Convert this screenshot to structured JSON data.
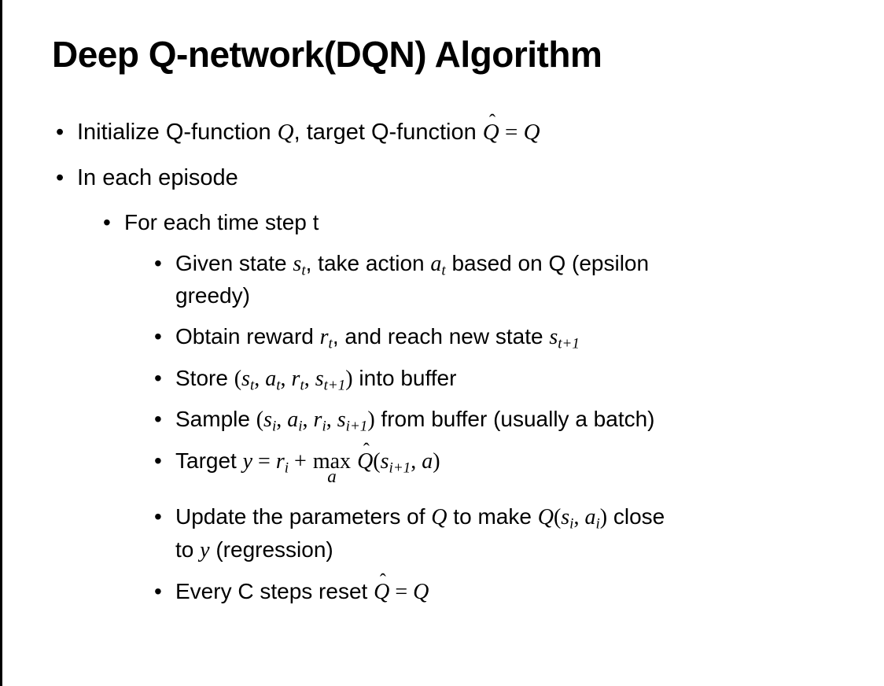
{
  "slide": {
    "title": "Deep Q-network(DQN) Algorithm",
    "bullet_char": "•",
    "colors": {
      "background": "#ffffff",
      "text": "#000000",
      "border": "#000000"
    }
  },
  "bullets": [
    {
      "level": 1,
      "segments": [
        {
          "type": "t",
          "v": "Initialize Q-function "
        },
        {
          "type": "m",
          "v": "Q"
        },
        {
          "type": "t",
          "v": ", target Q-function "
        },
        {
          "type": "hat",
          "v": "Q",
          "mark": "ˆ"
        },
        {
          "type": "r",
          "v": " = "
        },
        {
          "type": "m",
          "v": "Q"
        }
      ]
    },
    {
      "level": 1,
      "segments": [
        {
          "type": "t",
          "v": "In each episode"
        }
      ]
    },
    {
      "level": 2,
      "segments": [
        {
          "type": "t",
          "v": "For each time step t"
        }
      ]
    },
    {
      "level": 3,
      "segments": [
        {
          "type": "t",
          "v": "Given state "
        },
        {
          "type": "msub",
          "v": "s",
          "sub": "t"
        },
        {
          "type": "t",
          "v": ", take action "
        },
        {
          "type": "msub",
          "v": "a",
          "sub": "t"
        },
        {
          "type": "t",
          "v": " based on Q (epsilon"
        },
        {
          "type": "br"
        },
        {
          "type": "t",
          "v": "greedy)"
        }
      ]
    },
    {
      "level": 3,
      "segments": [
        {
          "type": "t",
          "v": "Obtain reward "
        },
        {
          "type": "msub",
          "v": "r",
          "sub": "t"
        },
        {
          "type": "t",
          "v": ", and reach new state "
        },
        {
          "type": "msub",
          "v": "s",
          "sub": "t+1"
        }
      ]
    },
    {
      "level": 3,
      "segments": [
        {
          "type": "t",
          "v": "Store "
        },
        {
          "type": "r",
          "v": "("
        },
        {
          "type": "msub",
          "v": "s",
          "sub": "t"
        },
        {
          "type": "r",
          "v": ", "
        },
        {
          "type": "msub",
          "v": "a",
          "sub": "t"
        },
        {
          "type": "r",
          "v": ", "
        },
        {
          "type": "msub",
          "v": "r",
          "sub": "t"
        },
        {
          "type": "r",
          "v": ", "
        },
        {
          "type": "msub",
          "v": "s",
          "sub": "t+1"
        },
        {
          "type": "r",
          "v": ")"
        },
        {
          "type": "t",
          "v": " into buffer"
        }
      ]
    },
    {
      "level": 3,
      "segments": [
        {
          "type": "t",
          "v": "Sample "
        },
        {
          "type": "r",
          "v": "("
        },
        {
          "type": "msub",
          "v": "s",
          "sub": "i"
        },
        {
          "type": "r",
          "v": ", "
        },
        {
          "type": "msub",
          "v": "a",
          "sub": "i"
        },
        {
          "type": "r",
          "v": ", "
        },
        {
          "type": "msub",
          "v": "r",
          "sub": "i"
        },
        {
          "type": "r",
          "v": ", "
        },
        {
          "type": "msub",
          "v": "s",
          "sub": "i+1"
        },
        {
          "type": "r",
          "v": ")"
        },
        {
          "type": "t",
          "v": " from buffer (usually a batch)"
        }
      ]
    },
    {
      "level": 3,
      "segments": [
        {
          "type": "t",
          "v": "Target "
        },
        {
          "type": "m",
          "v": "y"
        },
        {
          "type": "r",
          "v": " = "
        },
        {
          "type": "msub",
          "v": "r",
          "sub": "i"
        },
        {
          "type": "r",
          "v": " + "
        },
        {
          "type": "max",
          "v": "max",
          "under": "a"
        },
        {
          "type": "r",
          "v": " "
        },
        {
          "type": "hat",
          "v": "Q",
          "mark": "ˆ"
        },
        {
          "type": "r",
          "v": "("
        },
        {
          "type": "msub",
          "v": "s",
          "sub": "i+1"
        },
        {
          "type": "r",
          "v": ", "
        },
        {
          "type": "m",
          "v": "a"
        },
        {
          "type": "r",
          "v": ")"
        }
      ]
    },
    {
      "level": 3,
      "segments": [
        {
          "type": "t",
          "v": "Update the parameters of "
        },
        {
          "type": "m",
          "v": "Q"
        },
        {
          "type": "t",
          "v": " to make "
        },
        {
          "type": "m",
          "v": "Q"
        },
        {
          "type": "r",
          "v": "("
        },
        {
          "type": "msub",
          "v": "s",
          "sub": "i"
        },
        {
          "type": "r",
          "v": ", "
        },
        {
          "type": "msub",
          "v": "a",
          "sub": "i"
        },
        {
          "type": "r",
          "v": ")"
        },
        {
          "type": "t",
          "v": " close"
        },
        {
          "type": "br"
        },
        {
          "type": "t",
          "v": "to "
        },
        {
          "type": "m",
          "v": "y"
        },
        {
          "type": "t",
          "v": " (regression)"
        }
      ]
    },
    {
      "level": 3,
      "segments": [
        {
          "type": "t",
          "v": "Every C steps reset "
        },
        {
          "type": "hat",
          "v": "Q",
          "mark": "ˆ"
        },
        {
          "type": "r",
          "v": " = "
        },
        {
          "type": "m",
          "v": "Q"
        }
      ]
    }
  ]
}
